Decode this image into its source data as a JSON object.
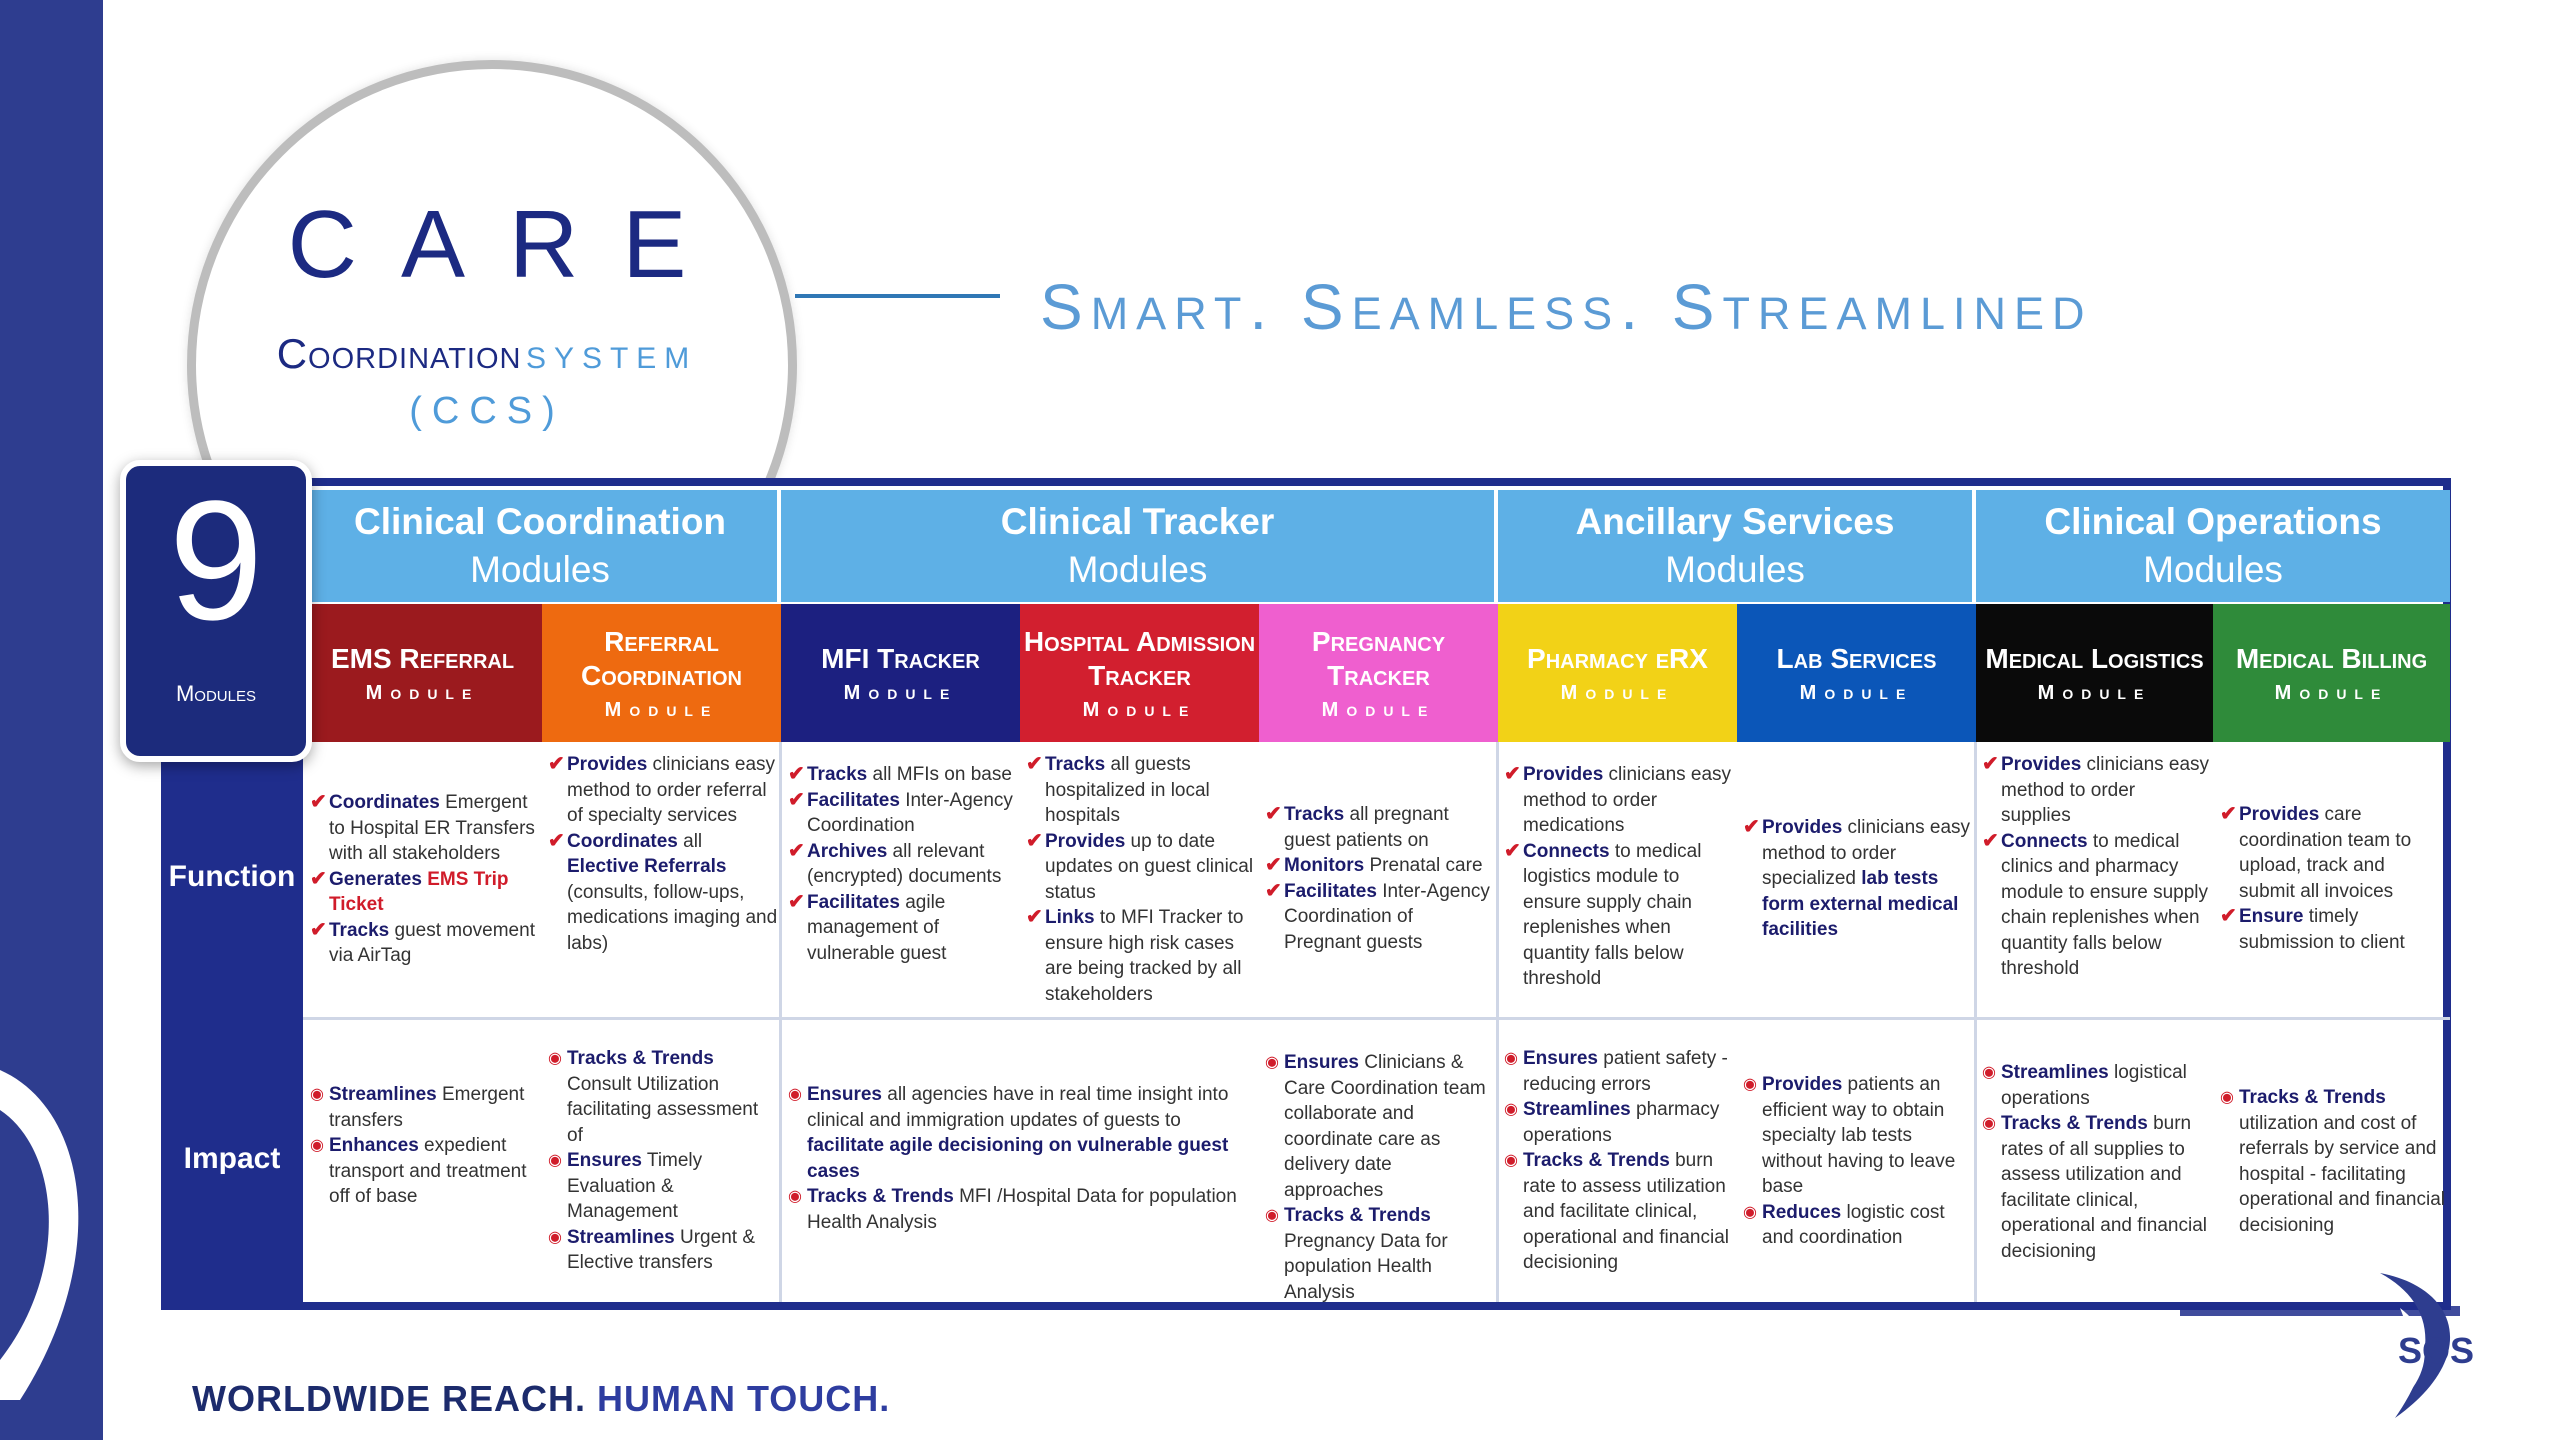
{
  "title": {
    "care": "CARE",
    "coordination": "Coordination",
    "system": "SYSTEM",
    "abbr": "(CCS)"
  },
  "tagline": "Smart. Seamless. Streamlined",
  "badge": {
    "number": "9",
    "label": "Modules"
  },
  "groups": [
    {
      "title": "Clinical Coordination",
      "sub": "Modules"
    },
    {
      "title": "Clinical Tracker",
      "sub": "Modules"
    },
    {
      "title": "Ancillary Services",
      "sub": "Modules"
    },
    {
      "title": "Clinical Operations",
      "sub": "Modules"
    }
  ],
  "modules": [
    {
      "name": "EMS Referral",
      "sub": "Module",
      "color": "#9b1a1e"
    },
    {
      "name": "Referral Coordination",
      "sub": "Module",
      "color": "#ee6a10"
    },
    {
      "name": "MFI Tracker",
      "sub": "Module",
      "color": "#1c2080"
    },
    {
      "name": "Hospital Admission Tracker",
      "sub": "Module",
      "color": "#d21f2f"
    },
    {
      "name": "Pregnancy Tracker",
      "sub": "Module",
      "color": "#ef5fcf"
    },
    {
      "name": "Pharmacy eRX",
      "sub": "Module",
      "color": "#f2d217"
    },
    {
      "name": "Lab Services",
      "sub": "Module",
      "color": "#0b56b8"
    },
    {
      "name": "Medical Logistics",
      "sub": "Module",
      "color": "#0a0a0a"
    },
    {
      "name": "Medical Billing",
      "sub": "Module",
      "color": "#2f8b3a"
    }
  ],
  "rows": {
    "function": "Function",
    "impact": "Impact"
  },
  "function_cells": [
    [
      {
        "b": "Coordinates",
        "t": " Emergent to Hospital ER Transfers with all stakeholders"
      },
      {
        "b": "Generates",
        "r": " EMS Trip Ticket",
        "t": ""
      },
      {
        "b": "Tracks",
        "t": " guest movement via AirTag"
      }
    ],
    [
      {
        "b": "Provides",
        "t": " clinicians easy method to order referral of specialty services"
      },
      {
        "b": "Coordinates",
        "t": " all ",
        "b2": "Elective Referrals",
        "t2": " (consults, follow-ups, medications imaging and labs)"
      }
    ],
    [
      {
        "b": "Tracks",
        "t": " all MFIs on base"
      },
      {
        "b": "Facilitates",
        "t": " Inter-Agency Coordination"
      },
      {
        "b": "Archives",
        "t": " all relevant (encrypted) documents"
      },
      {
        "b": "Facilitates",
        "t": " agile management of vulnerable guest"
      }
    ],
    [
      {
        "b": "Tracks",
        "t": " all guests hospitalized in local hospitals"
      },
      {
        "b": "Provides",
        "t": " up to date updates on guest clinical status"
      },
      {
        "b": "Links",
        "t": " to MFI Tracker to ensure high risk cases are being tracked by all stakeholders"
      }
    ],
    [
      {
        "b": "Tracks",
        "t": " all pregnant guest patients on"
      },
      {
        "b": "Monitors",
        "t": " Prenatal care"
      },
      {
        "b": "Facilitates",
        "t": " Inter-Agency Coordination of Pregnant guests"
      }
    ],
    [
      {
        "b": "Provides",
        "t": " clinicians easy method to order medications"
      },
      {
        "b": "Connects",
        "t": " to medical logistics module to ensure supply chain replenishes when quantity falls below threshold"
      }
    ],
    [
      {
        "b": "Provides",
        "t": " clinicians easy method to order specialized ",
        "b2": "lab tests form external medical facilities",
        "t2": ""
      }
    ],
    [
      {
        "b": "Provides",
        "t": " clinicians easy method to order supplies"
      },
      {
        "b": "Connects",
        "t": " to medical clinics and pharmacy module to ensure supply chain replenishes when quantity falls below threshold"
      }
    ],
    [
      {
        "b": "Provides",
        "t": " care coordination team to upload, track and submit all invoices"
      },
      {
        "b": "Ensure",
        "t": " timely submission to client"
      }
    ]
  ],
  "impact_cells": [
    [
      {
        "b": "Streamlines",
        "t": " Emergent transfers"
      },
      {
        "b": "Enhances",
        "t": " expedient transport and treatment off of base"
      }
    ],
    [
      {
        "b": "Tracks & Trends",
        "t": " Consult Utilization facilitating assessment of"
      },
      {
        "b": "Ensures",
        "t": " Timely Evaluation & Management"
      },
      {
        "b": "Streamlines",
        "t": " Urgent & Elective transfers"
      }
    ],
    [
      {
        "b": "Ensures",
        "t": " all agencies have in real time insight into clinical and immigration updates of guests to ",
        "b2": "facilitate agile decisioning on vulnerable guest cases",
        "t2": ""
      },
      {
        "b": "Tracks & Trends",
        "t": " MFI /Hospital Data for population Health Analysis"
      }
    ],
    [
      {
        "b": "Ensures",
        "t": " Clinicians & Care Coordination team collaborate and coordinate care as delivery date approaches"
      },
      {
        "b": "Tracks & Trends",
        "t": " Pregnancy Data for population Health Analysis"
      }
    ],
    [
      {
        "b": "Ensures",
        "t": " patient safety - reducing errors"
      },
      {
        "b": "Streamlines",
        "t": " pharmacy operations"
      },
      {
        "b": "Tracks & Trends",
        "t": " burn rate to assess utilization and facilitate clinical, operational and financial decisioning"
      }
    ],
    [
      {
        "b": "Provides",
        "t": " patients an efficient way to obtain specialty lab tests without having to leave base"
      },
      {
        "b": "Reduces",
        "t": " logistic cost and coordination"
      }
    ],
    [
      {
        "b": "Streamlines",
        "t": " logistical operations"
      },
      {
        "b": "Tracks & Trends",
        "t": " burn rates of all supplies to assess utilization and facilitate clinical, operational and financial decisioning"
      }
    ],
    [
      {
        "b": "Tracks & Trends",
        "t": " utilization and cost of referrals by service and hospital - facilitating operational and financial decisioning"
      }
    ]
  ],
  "footer": {
    "part1": "WORLDWIDE REACH.",
    "part2": "HUMAN TOUCH."
  },
  "logo_text": "SOS"
}
